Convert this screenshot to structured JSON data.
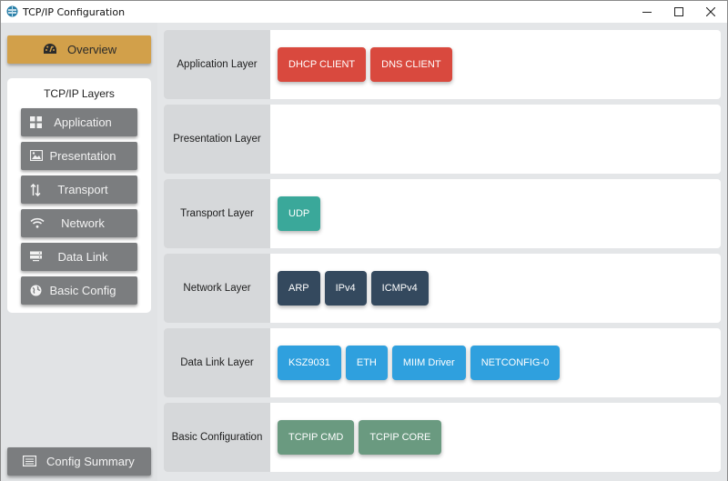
{
  "window": {
    "title": "TCP/IP Configuration"
  },
  "sidebar": {
    "overview_label": "Overview",
    "layers_title": "TCP/IP Layers",
    "nav_items": [
      {
        "label": "Application",
        "icon": "grid-icon"
      },
      {
        "label": "Presentation",
        "icon": "image-icon"
      },
      {
        "label": "Transport",
        "icon": "up-down-arrows-icon"
      },
      {
        "label": "Network",
        "icon": "wifi-icon"
      },
      {
        "label": "Data Link",
        "icon": "server-icon"
      },
      {
        "label": "Basic Config",
        "icon": "globe-icon"
      }
    ],
    "summary_label": "Config Summary"
  },
  "layers": [
    {
      "label": "Application Layer",
      "chips": [
        "DHCP CLIENT",
        "DNS CLIENT"
      ],
      "color": "#d9493e"
    },
    {
      "label": "Presentation Layer",
      "chips": [],
      "color": "#d9493e"
    },
    {
      "label": "Transport Layer",
      "chips": [
        "UDP"
      ],
      "color": "#3aa89a"
    },
    {
      "label": "Network Layer",
      "chips": [
        "ARP",
        "IPv4",
        "ICMPv4"
      ],
      "color": "#34495e"
    },
    {
      "label": "Data Link Layer",
      "chips": [
        "KSZ9031",
        "ETH",
        "MIIM Driver",
        "NETCONFIG-0"
      ],
      "color": "#2fa0de"
    },
    {
      "label": "Basic Configuration",
      "chips": [
        "TCPIP CMD",
        "TCPIP CORE"
      ],
      "color": "#6a9a80"
    }
  ],
  "colors": {
    "overview_accent": "#d2a04a",
    "nav_button": "#7b7d7f"
  }
}
